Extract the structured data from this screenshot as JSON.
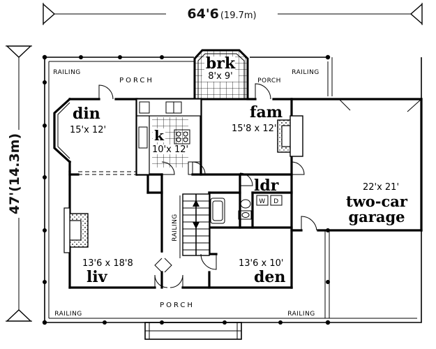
{
  "dimensions": {
    "width_main": "64'6",
    "width_metric": "(19.7m)",
    "depth_label": "47'(14.3m)"
  },
  "rooms": {
    "brk": {
      "name": "brk",
      "size": "8'x 9'"
    },
    "din": {
      "name": "din",
      "size": "15'x 12'"
    },
    "k": {
      "name": "k",
      "size": "10'x 12'"
    },
    "fam": {
      "name": "fam",
      "size": "15'8 x 12'"
    },
    "ldr": {
      "name": "ldr"
    },
    "liv": {
      "name": "liv",
      "size": "13'6 x 18'8"
    },
    "den": {
      "name": "den",
      "size": "13'6 x 10'"
    },
    "garage": {
      "size": "22'x 21'",
      "name_line1": "two-car",
      "name_line2": "garage"
    }
  },
  "labels": {
    "porch": "PORCH",
    "railing": "RAILING",
    "washer": "W",
    "dryer": "D"
  }
}
